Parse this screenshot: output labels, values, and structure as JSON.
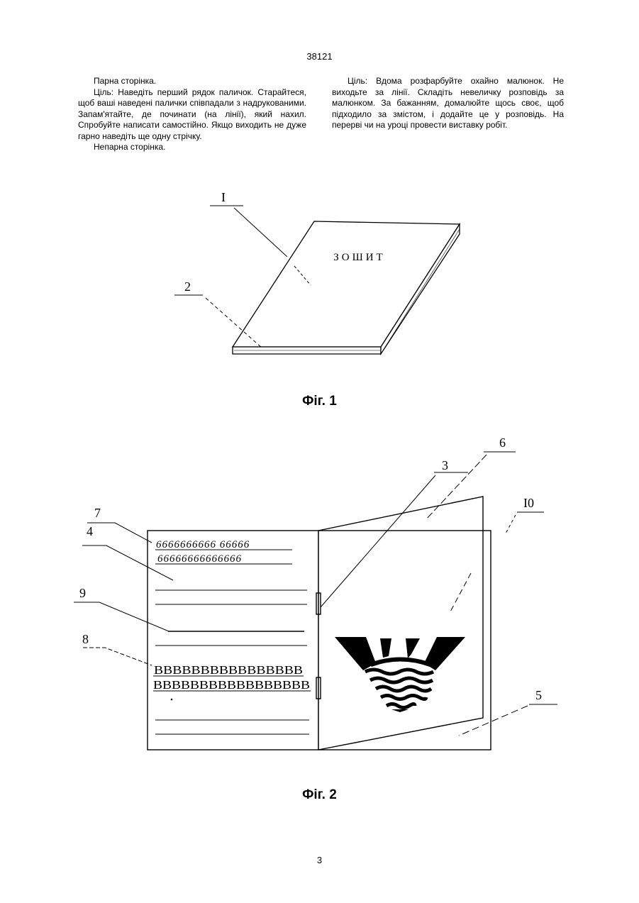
{
  "page": {
    "number_top": "38121",
    "number_bottom": "3"
  },
  "text": {
    "left": [
      "Парна сторінка.",
      "Ціль: Наведіть перший рядок паличок. Старайтеся, щоб ваші наведені палички співпадали з надрукованими. Запам'ятайте, де починати (на лінії), який нахил. Спробуйте написати самостійно. Якщо виходить не дуже гарно наведіть ще одну стрічку.",
      "Непарна сторінка."
    ],
    "right": [
      "Ціль: Вдома розфарбуйте охайно малюнок. Не виходьте за лінії. Складіть невеличку розповідь за малюнком. За бажанням, домалюйте щось своє, щоб підходило за змістом, і додайте це у розповідь. На перерві чи на уроці провести виставку робіт."
    ]
  },
  "figure1": {
    "caption": "Фіг. 1",
    "cover_title": "ЗОШИТ",
    "labels": {
      "l1": "I",
      "l2": "2"
    }
  },
  "figure2": {
    "caption": "Фіг. 2",
    "labels": {
      "l3": "3",
      "l4": "4",
      "l5": "5",
      "l6": "6",
      "l7": "7",
      "l8": "8",
      "l9": "9",
      "l10": "I0"
    },
    "copy_row1": "6666666666 66666",
    "copy_row2": "66666666666666",
    "letters_row1": "BBBBBBBBBBBBBBBB",
    "letters_row2": "BBBBBBBBBBBBBBBBB"
  }
}
